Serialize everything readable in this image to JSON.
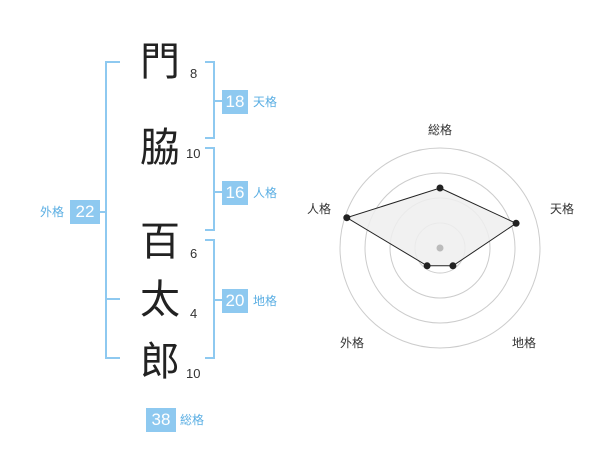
{
  "name": {
    "characters": [
      {
        "char": "門",
        "strokes": "8"
      },
      {
        "char": "脇",
        "strokes": "10"
      },
      {
        "char": "百",
        "strokes": "6"
      },
      {
        "char": "太",
        "strokes": "4"
      },
      {
        "char": "郎",
        "strokes": "10"
      }
    ]
  },
  "kaku": {
    "tenkaku": {
      "value": "18",
      "label": "天格"
    },
    "jinkaku": {
      "value": "16",
      "label": "人格"
    },
    "chikaku": {
      "value": "20",
      "label": "地格"
    },
    "gaikaku": {
      "value": "22",
      "label": "外格"
    },
    "soukaku": {
      "value": "38",
      "label": "総格"
    }
  },
  "chart_data": {
    "type": "radar",
    "axes": [
      "総格",
      "天格",
      "地格",
      "外格",
      "人格"
    ],
    "values": [
      0.6,
      0.8,
      0.22,
      0.22,
      0.98
    ],
    "max": 1,
    "rings": 4,
    "colors": {
      "ring": "#cccccc",
      "fill": "#eeeeee",
      "line": "#222222",
      "center": "#bbbbbb"
    }
  },
  "colors": {
    "accent": "#8ec9f0",
    "accent_text": "#5aaee3",
    "bracket": "#8ec9f0"
  }
}
